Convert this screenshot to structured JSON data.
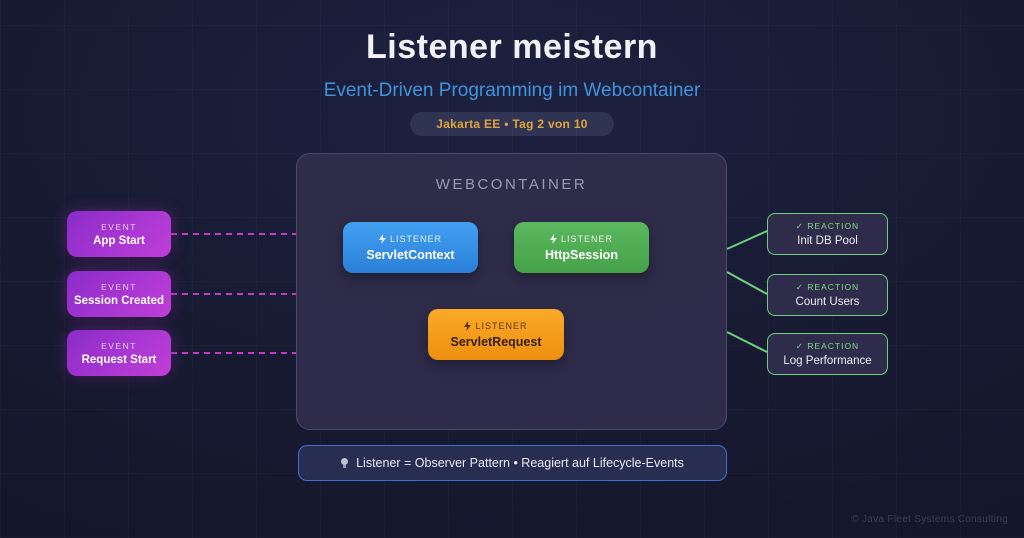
{
  "page": {
    "title": "Listener meistern",
    "subtitle": "Event-Driven Programming im Webcontainer",
    "badge": "Jakarta EE • Tag 2 von 10",
    "copyright": "© Java Fleet Systems Consulting"
  },
  "container": {
    "title": "WEBCONTAINER"
  },
  "events": [
    {
      "label": "EVENT",
      "title": "App Start"
    },
    {
      "label": "EVENT",
      "title": "Session Created"
    },
    {
      "label": "EVENT",
      "title": "Request Start"
    }
  ],
  "listeners": [
    {
      "label": "LISTENER",
      "title": "ServletContext",
      "color": "#3596e8"
    },
    {
      "label": "LISTENER",
      "title": "HttpSession",
      "color": "#51ad53"
    },
    {
      "label": "LISTENER",
      "title": "ServletRequest",
      "color": "#f59c1b"
    }
  ],
  "reactions": [
    {
      "label": "✓ REACTION",
      "title": "Init DB Pool"
    },
    {
      "label": "✓ REACTION",
      "title": "Count Users"
    },
    {
      "label": "✓ REACTION",
      "title": "Log Performance"
    }
  ],
  "footer": {
    "note": "Listener = Observer Pattern • Reagiert auf Lifecycle-Events"
  },
  "colors": {
    "background": "#171a31",
    "subtitle_blue": "#3f92dc",
    "badge_text_orange": "#dfa43e",
    "event_purple": "#b23ad4",
    "event_dash_line": "#c837c8",
    "reaction_green": "#6fcf7f",
    "footer_border_blue": "#3e6fd0",
    "container_fill": "#312e4c"
  }
}
